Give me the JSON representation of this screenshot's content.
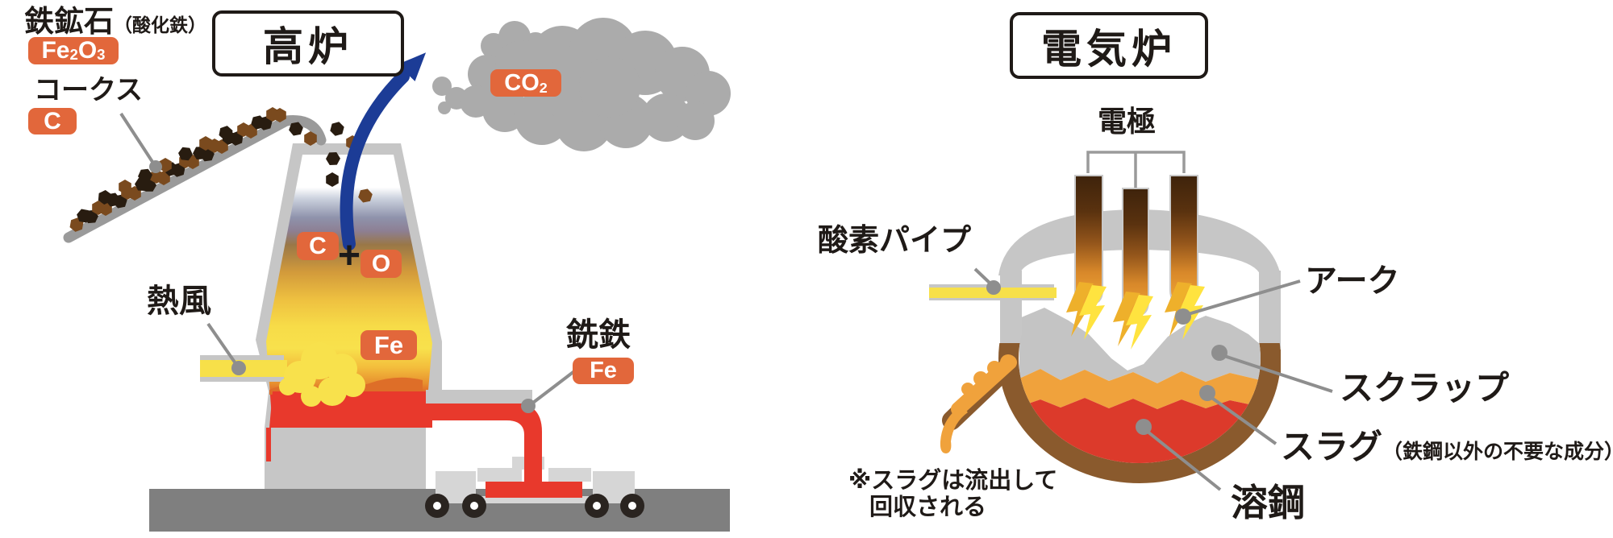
{
  "blast_furnace": {
    "title": "高炉",
    "iron_ore": {
      "label": "鉄鉱石",
      "note": "（酸化鉄）",
      "formula_base1": "Fe",
      "formula_sub1": "2",
      "formula_base2": "O",
      "formula_sub2": "3"
    },
    "coke": {
      "label": "コークス",
      "formula": "C"
    },
    "co2": {
      "base": "CO",
      "sub": "2"
    },
    "hot_air_label": "熱風",
    "reaction": {
      "carbon": "C",
      "plus": "+",
      "oxygen": "O",
      "iron": "Fe"
    },
    "pig_iron": {
      "label": "銑鉄",
      "formula": "Fe"
    }
  },
  "electric_furnace": {
    "title": "電気炉",
    "electrode_label": "電極",
    "oxygen_pipe_label": "酸素パイプ",
    "arc_label": "アーク",
    "scrap_label": "スクラップ",
    "slag_label": "スラグ",
    "slag_note": "（鉄鋼以外の不要な成分）",
    "molten_steel_label": "溶鋼",
    "footnote_line1": "※スラグは流出して",
    "footnote_line2": "回収される"
  },
  "colors": {
    "accent_orange": "#E2673B",
    "molten_red": "#E0392C",
    "slag_orange": "#F0A23C",
    "smoke_gray": "#ABABAB",
    "arrow_blue": "#1C3C96",
    "pipe_yellow": "#F7E049",
    "bowl_brown": "#8A5A2D",
    "wall_gray": "#C6C6C6"
  }
}
